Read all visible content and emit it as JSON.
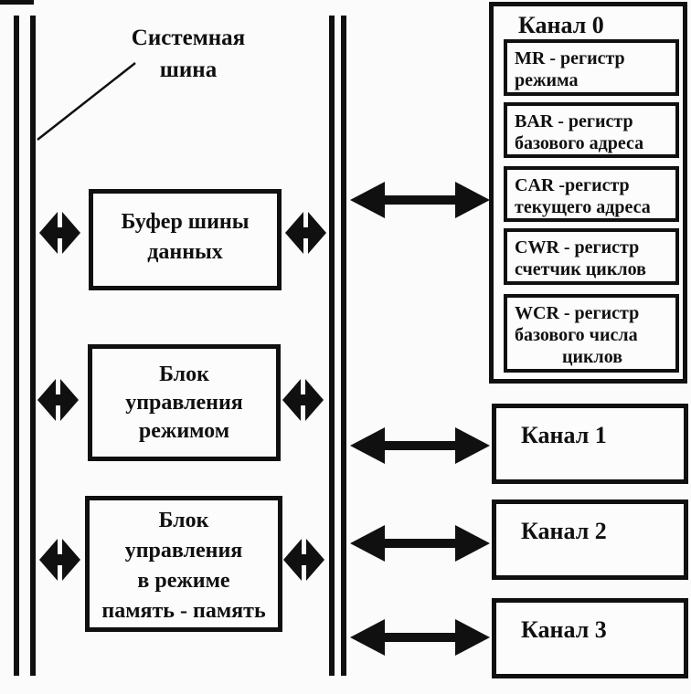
{
  "colors": {
    "ink": "#101010",
    "background": "#fbfbfb"
  },
  "system_bus_label": {
    "line1": "Системная",
    "line2": "шина"
  },
  "blocks": {
    "data_bus_buffer": {
      "line1": "Буфер шины",
      "line2": "данных"
    },
    "mode_control": {
      "line1": "Блок",
      "line2": "управления",
      "line3": "режимом"
    },
    "mem_to_mem_control": {
      "line1": "Блок",
      "line2": "управления",
      "line3": "в режиме",
      "line4": "память - память"
    }
  },
  "channel0": {
    "title": "Канал 0",
    "registers": [
      {
        "line1": "MR - регистр",
        "line2": "режима"
      },
      {
        "line1": "BAR - регистр",
        "line2": "базового адреса"
      },
      {
        "line1": "CAR -регистр",
        "line2": "текущего адреса"
      },
      {
        "line1": "CWR - регистр",
        "line2": "счетчик циклов"
      },
      {
        "line1": "WCR - регистр",
        "line2": "базового числа",
        "line3": "циклов"
      }
    ]
  },
  "channels": [
    {
      "label": "Канал 1"
    },
    {
      "label": "Канал 2"
    },
    {
      "label": "Канал 3"
    }
  ]
}
